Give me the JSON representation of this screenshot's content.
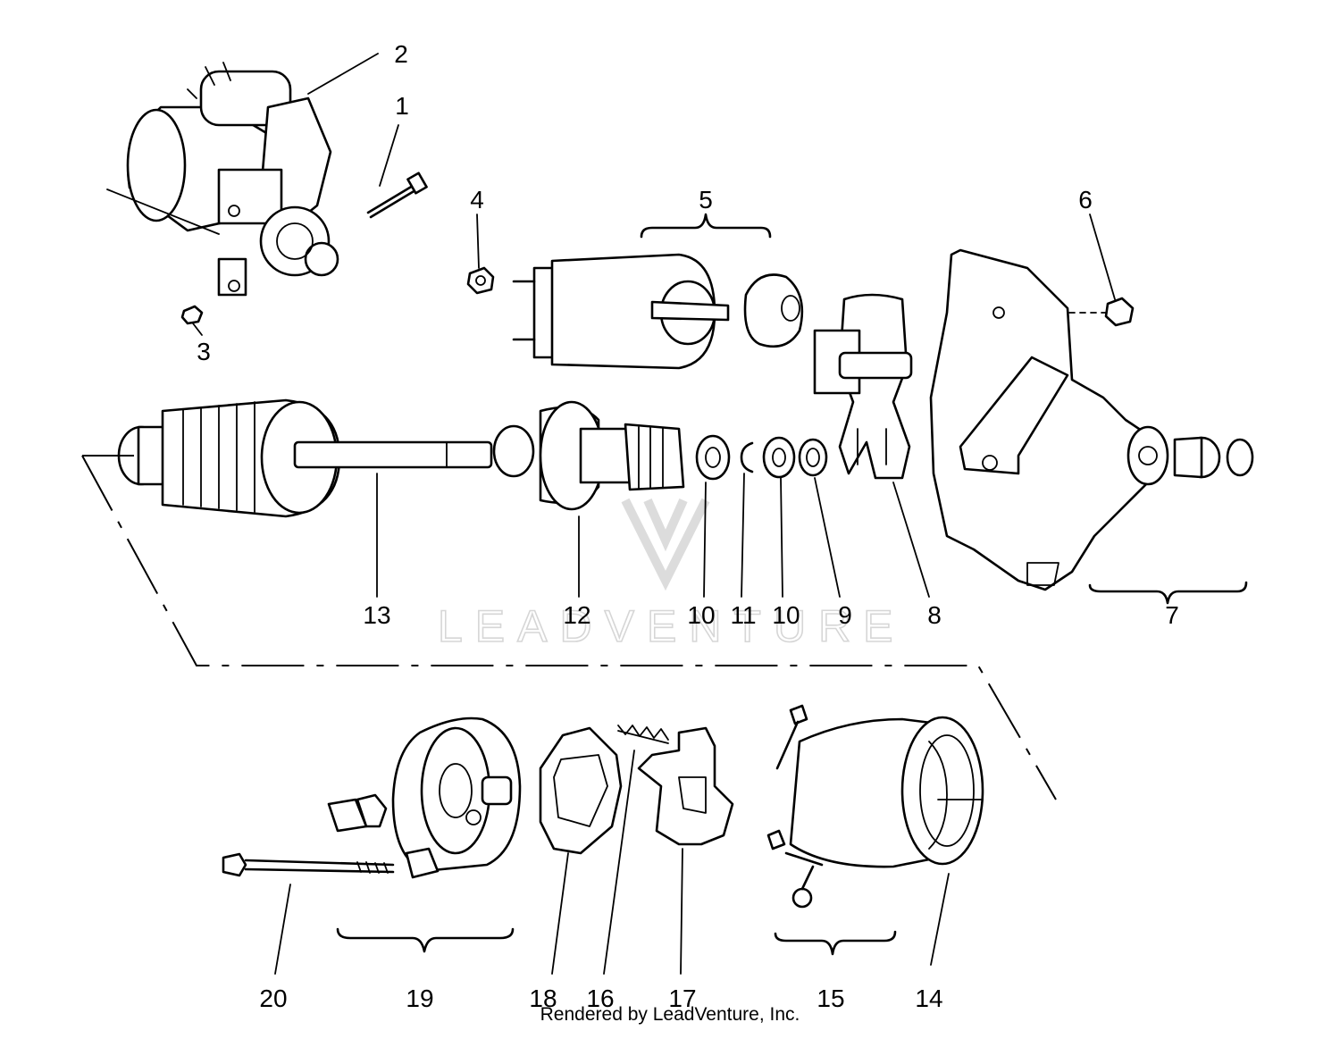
{
  "callouts": {
    "c1": "1",
    "c2": "2",
    "c3": "3",
    "c4": "4",
    "c5": "5",
    "c6": "6",
    "c7": "7",
    "c8": "8",
    "c9": "9",
    "c10a": "10",
    "c10b": "10",
    "c11": "11",
    "c12": "12",
    "c13": "13",
    "c14": "14",
    "c15": "15",
    "c16": "16",
    "c17": "17",
    "c18": "18",
    "c19": "19",
    "c20": "20"
  },
  "watermark": "LEADVENTURE",
  "footer": "Rendered by LeadVenture, Inc."
}
